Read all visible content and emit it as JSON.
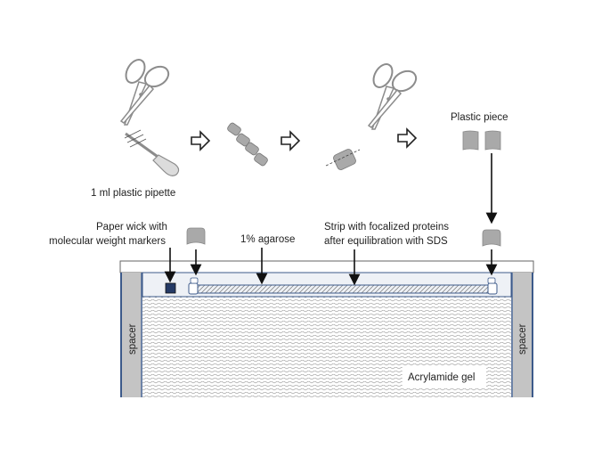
{
  "labels": {
    "pipette": "1 ml plastic pipette",
    "plastic_piece": "Plastic piece",
    "paper_wick_line1": "Paper wick with",
    "paper_wick_line2": "molecular weight markers",
    "agarose": "1% agarose",
    "strip_line1": "Strip with focalized proteins",
    "strip_line2": "after equilibration with SDS",
    "spacer_left": "spacer",
    "spacer_right": "spacer",
    "gel": "Acrylamide gel"
  },
  "colors": {
    "frame_blue": "#3d5a8a",
    "spacer_gray": "#c4c4c4",
    "piece_gray": "#a9a9a9",
    "gel_texture": "#9a9a9a",
    "tool_outline": "#8c8c8c"
  },
  "icons": [
    "scissors-icon",
    "pipette-icon",
    "pipette-segments-icon",
    "tube-cut-icon",
    "plastic-piece-icon",
    "step-arrow-icon"
  ]
}
